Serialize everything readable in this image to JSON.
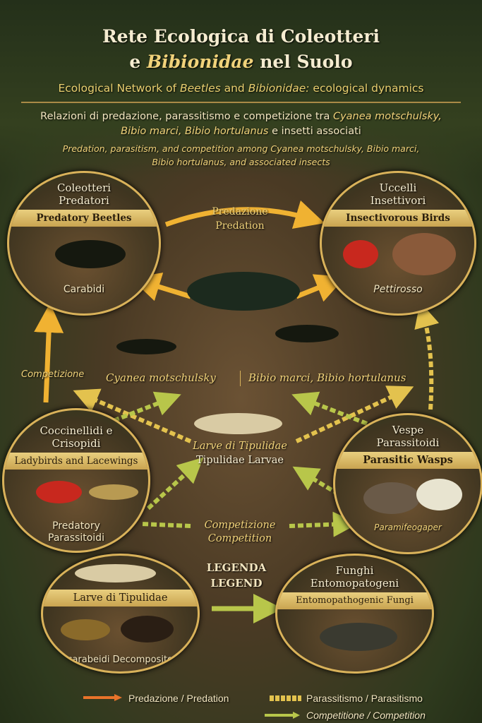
{
  "title": {
    "line1": "Rete Ecologica di Coleotteri",
    "line2_pre": "e ",
    "line2_italic": "Bibionidae",
    "line2_post": " nel Suolo"
  },
  "subtitle": {
    "pre": "Ecological Network of ",
    "i1": "Beetles",
    "mid": " and ",
    "i2": "Bibionidae:",
    "post": " ecological dynamics"
  },
  "description": {
    "it_pre": "Relazioni di predazione, parassitismo e competizione tra ",
    "it_i1": "Cyanea motschulsky,",
    "it_i2": "Bibio marci, Bibio hortulanus",
    "it_post": " e insetti associati",
    "en_line1": "Predation, parasitism, and competition among Cyanea motschulsky, Bibio marci,",
    "en_line2": "Bibio hortulanus, and associated insects"
  },
  "nodes": {
    "predatory_beetles": {
      "it": "Coleotteri Predatori",
      "en": "Predatory Beetles",
      "caption": "Carabidi"
    },
    "birds": {
      "it": "Uccelli Insettivori",
      "en": "Insectivorous Birds",
      "caption": "Pettirosso"
    },
    "ladybirds": {
      "it": "Coccinellidi e Crisopidi",
      "en": "Ladybirds and Lacewings",
      "caption": "Predatory Parassitoidi"
    },
    "wasps": {
      "it": "Vespe Parassitoidi",
      "en": "Parasitic Wasps",
      "caption": "Paramifeogaper"
    },
    "larvae": {
      "band": "Larve di Tipulidae",
      "caption": "Scarabeidi Decompositori"
    },
    "fungi": {
      "it": "Funghi Entomopatogeni",
      "en": "Entomopathogenic Fungi"
    }
  },
  "center": {
    "species_left": "Cyanea motschulsky",
    "species_right": "Bibio marci, Bibio hortulanus",
    "competizione": "Competizione",
    "larvae_it": "Larve di Tipulidae",
    "larvae_en": "Tipulidae Larvae",
    "comp_it": "Competizione",
    "comp_en": "Competition",
    "predazione_it": "Predazione",
    "predazione_en": "Predation",
    "legenda_it": "LEGENDA",
    "legenda_en": "LEGEND"
  },
  "legend": {
    "predation": "Predazione / Predation",
    "parasitism": "Parassitismo / Parasitismo",
    "competition": "Competitione / Competition"
  },
  "colors": {
    "predation": "#e8732a",
    "parasitism": "#e3c24e",
    "competition": "#b8c64a",
    "ring": "#d9b25a"
  }
}
